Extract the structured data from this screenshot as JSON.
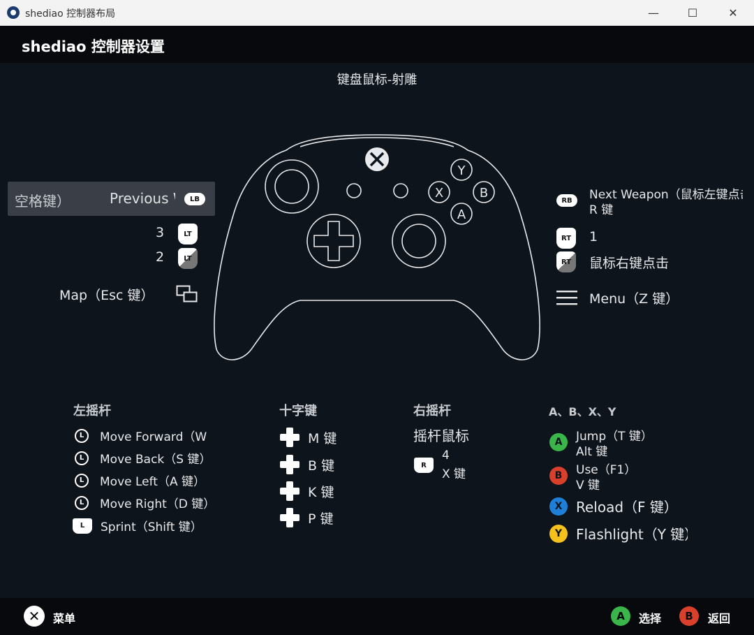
{
  "window": {
    "title": "shediao 控制器布局",
    "minimize": "—",
    "maximize": "☐",
    "close": "✕"
  },
  "header": {
    "title": "shediao 控制器设置"
  },
  "layout_name": "键盘鼠标-射雕",
  "controller_face_labels": {
    "y": "Y",
    "x": "X",
    "b": "B",
    "a": "A"
  },
  "left_bindings": {
    "lb": {
      "glyph": "LB",
      "text_a": "空格键）",
      "text_b": "Previous Weapon"
    },
    "lt_full": {
      "glyph": "LT",
      "value": "3"
    },
    "lt_soft": {
      "glyph": "LT",
      "value": "2"
    },
    "view": {
      "label": "Map（Esc 键）"
    }
  },
  "right_bindings": {
    "rb": {
      "glyph": "RB",
      "line1": "Next Weapon（鼠标左键点击）",
      "line2": "R 键"
    },
    "rt_full": {
      "glyph": "RT",
      "value": "1"
    },
    "rt_soft": {
      "glyph": "RT",
      "label": "鼠标右键点击"
    },
    "menu": {
      "label": "Menu（Z 键）"
    }
  },
  "left_stick": {
    "title": "左摇杆",
    "items": [
      {
        "label": "Move Forward（W 键）"
      },
      {
        "label": "Move Back（S 键）"
      },
      {
        "label": "Move Left（A 键）"
      },
      {
        "label": "Move Right（D 键）"
      },
      {
        "label": "Sprint（Shift 键）"
      }
    ],
    "stick_glyph": "L"
  },
  "dpad": {
    "title": "十字键",
    "items": [
      {
        "label": "M 键"
      },
      {
        "label": "B 键"
      },
      {
        "label": "K 键"
      },
      {
        "label": "P 键"
      }
    ]
  },
  "right_stick": {
    "title": "右摇杆",
    "mode": "摇杆鼠标",
    "click_glyph": "R",
    "click_line1": "4",
    "click_line2": "X 键"
  },
  "face_buttons": {
    "title": "A、B、X、Y",
    "items": [
      {
        "glyph": "A",
        "line1": "Jump（T 键）",
        "line2": "Alt 键",
        "color": "#3ab54a"
      },
      {
        "glyph": "B",
        "line1": "Use（F1）",
        "line2": "V 键",
        "color": "#d8402b"
      },
      {
        "glyph": "X",
        "line1": "Reload（F 键）",
        "color": "#1d7fd8"
      },
      {
        "glyph": "Y",
        "line1": "Flashlight（Y 键）",
        "color": "#f4c21a"
      }
    ]
  },
  "footer": {
    "logo_glyph": "✕",
    "menu_label": "菜单",
    "select": {
      "glyph": "A",
      "label": "选择",
      "color": "#3ab54a"
    },
    "back": {
      "glyph": "B",
      "label": "返回",
      "color": "#d8402b"
    }
  },
  "icons": {
    "app": "steam-icon",
    "view": "view-icon",
    "menu": "hamburger-icon",
    "xbox": "xbox-logo-icon"
  }
}
